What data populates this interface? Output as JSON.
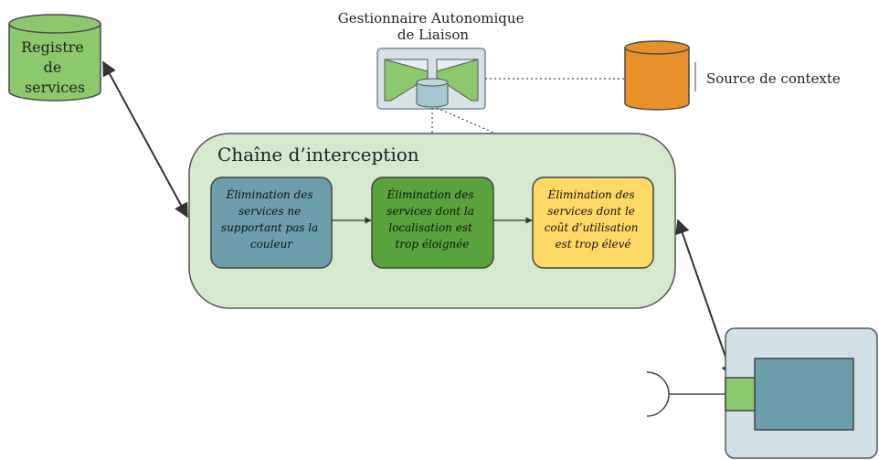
{
  "registry": {
    "lines": [
      "Registre",
      "de",
      "services"
    ]
  },
  "manager": {
    "lines": [
      "Gestionnaire Autonomique",
      "de Liaison"
    ]
  },
  "context_source": {
    "label": "Source de contexte"
  },
  "chain": {
    "title": "Chaîne d’interception",
    "steps": [
      {
        "lines": [
          "Élimination des",
          "services ne",
          "supportant pas la",
          "couleur"
        ],
        "color": "#6c9fab"
      },
      {
        "lines": [
          "Élimination des",
          "services dont la",
          "localisation est",
          "trop éloignée"
        ],
        "color": "#5aa23d"
      },
      {
        "lines": [
          "Élimination des",
          "services dont le",
          "coût d’utilisation",
          "est trop élevé"
        ],
        "color": "#ffd966"
      }
    ]
  },
  "colors": {
    "registry": "#8cc96e",
    "context_source": "#e8902a",
    "chain_bg": "#d5e9cf",
    "manager_bg": "#d6e2e5",
    "component_bg": "#d1e0e6",
    "component_inner": "#6c9fab",
    "port": "#8cc96e"
  }
}
